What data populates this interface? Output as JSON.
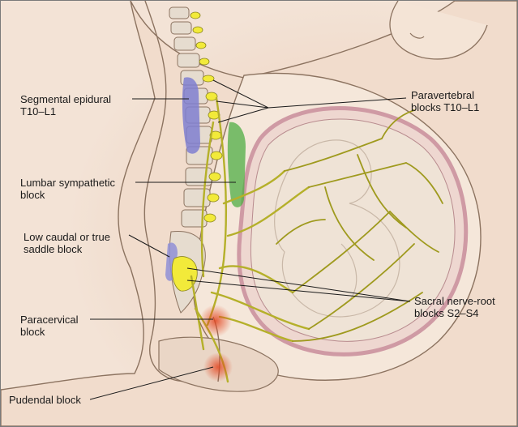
{
  "labels": {
    "segmental_epidural": {
      "line1": "Segmental epidural",
      "line2": "T10–L1"
    },
    "paravertebral": {
      "line1": "Paravertebral",
      "line2": "blocks T10–L1"
    },
    "lumbar_sympathetic": {
      "line1": "Lumbar sympathetic",
      "line2": "block"
    },
    "low_caudal": {
      "line1": "Low caudal or true",
      "line2": "saddle block"
    },
    "sacral_nerve_root": {
      "line1": "Sacral nerve-root",
      "line2": "blocks S2–S4"
    },
    "paracervical": {
      "line1": "Paracervical",
      "line2": "block"
    },
    "pudendal": {
      "line1": "Pudendal block"
    }
  },
  "colors": {
    "background": "#f3e3d6",
    "nerve": "#b5b02a",
    "nerve_dark": "#6e6a10",
    "spine_bone": "#e6dccf",
    "epidural_region": "#7f7fd0",
    "sympathetic_region": "#4fae44",
    "ganglia": "#f2ea3a",
    "block_site": "#e2451f",
    "uterus_fill": "#efe3d6",
    "uterus_wall": "#cf9aa4"
  }
}
